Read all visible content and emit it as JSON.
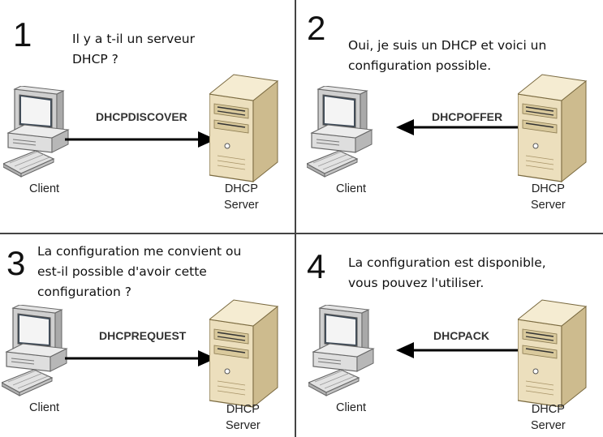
{
  "panels": [
    {
      "number": "1",
      "caption": [
        "Il y a t-il un serveur",
        "DHCP ?"
      ],
      "message": "DHCPDISCOVER",
      "direction": "client-to-server",
      "client_label": "Client",
      "server_label": [
        "DHCP",
        "Server"
      ]
    },
    {
      "number": "2",
      "caption": [
        "Oui, je suis un DHCP et voici un",
        "configuration possible."
      ],
      "message": "DHCPOFFER",
      "direction": "server-to-client",
      "client_label": "Client",
      "server_label": [
        "DHCP",
        "Server"
      ]
    },
    {
      "number": "3",
      "caption": [
        "La configuration me convient ou",
        "est-il possible d'avoir cette",
        "configuration ?"
      ],
      "message": "DHCPREQUEST",
      "direction": "client-to-server",
      "client_label": "Client",
      "server_label": [
        "DHCP",
        "Server"
      ]
    },
    {
      "number": "4",
      "caption": [
        "La configuration est disponible,",
        "vous pouvez l'utiliser."
      ],
      "message": "DHCPACK",
      "direction": "server-to-client",
      "client_label": "Client",
      "server_label": [
        "DHCP",
        "Server"
      ]
    }
  ],
  "colors": {
    "divider": "#444444",
    "arrow": "#000000",
    "server_body": "#e9dfc4",
    "monitor": "#d9d9d9"
  }
}
